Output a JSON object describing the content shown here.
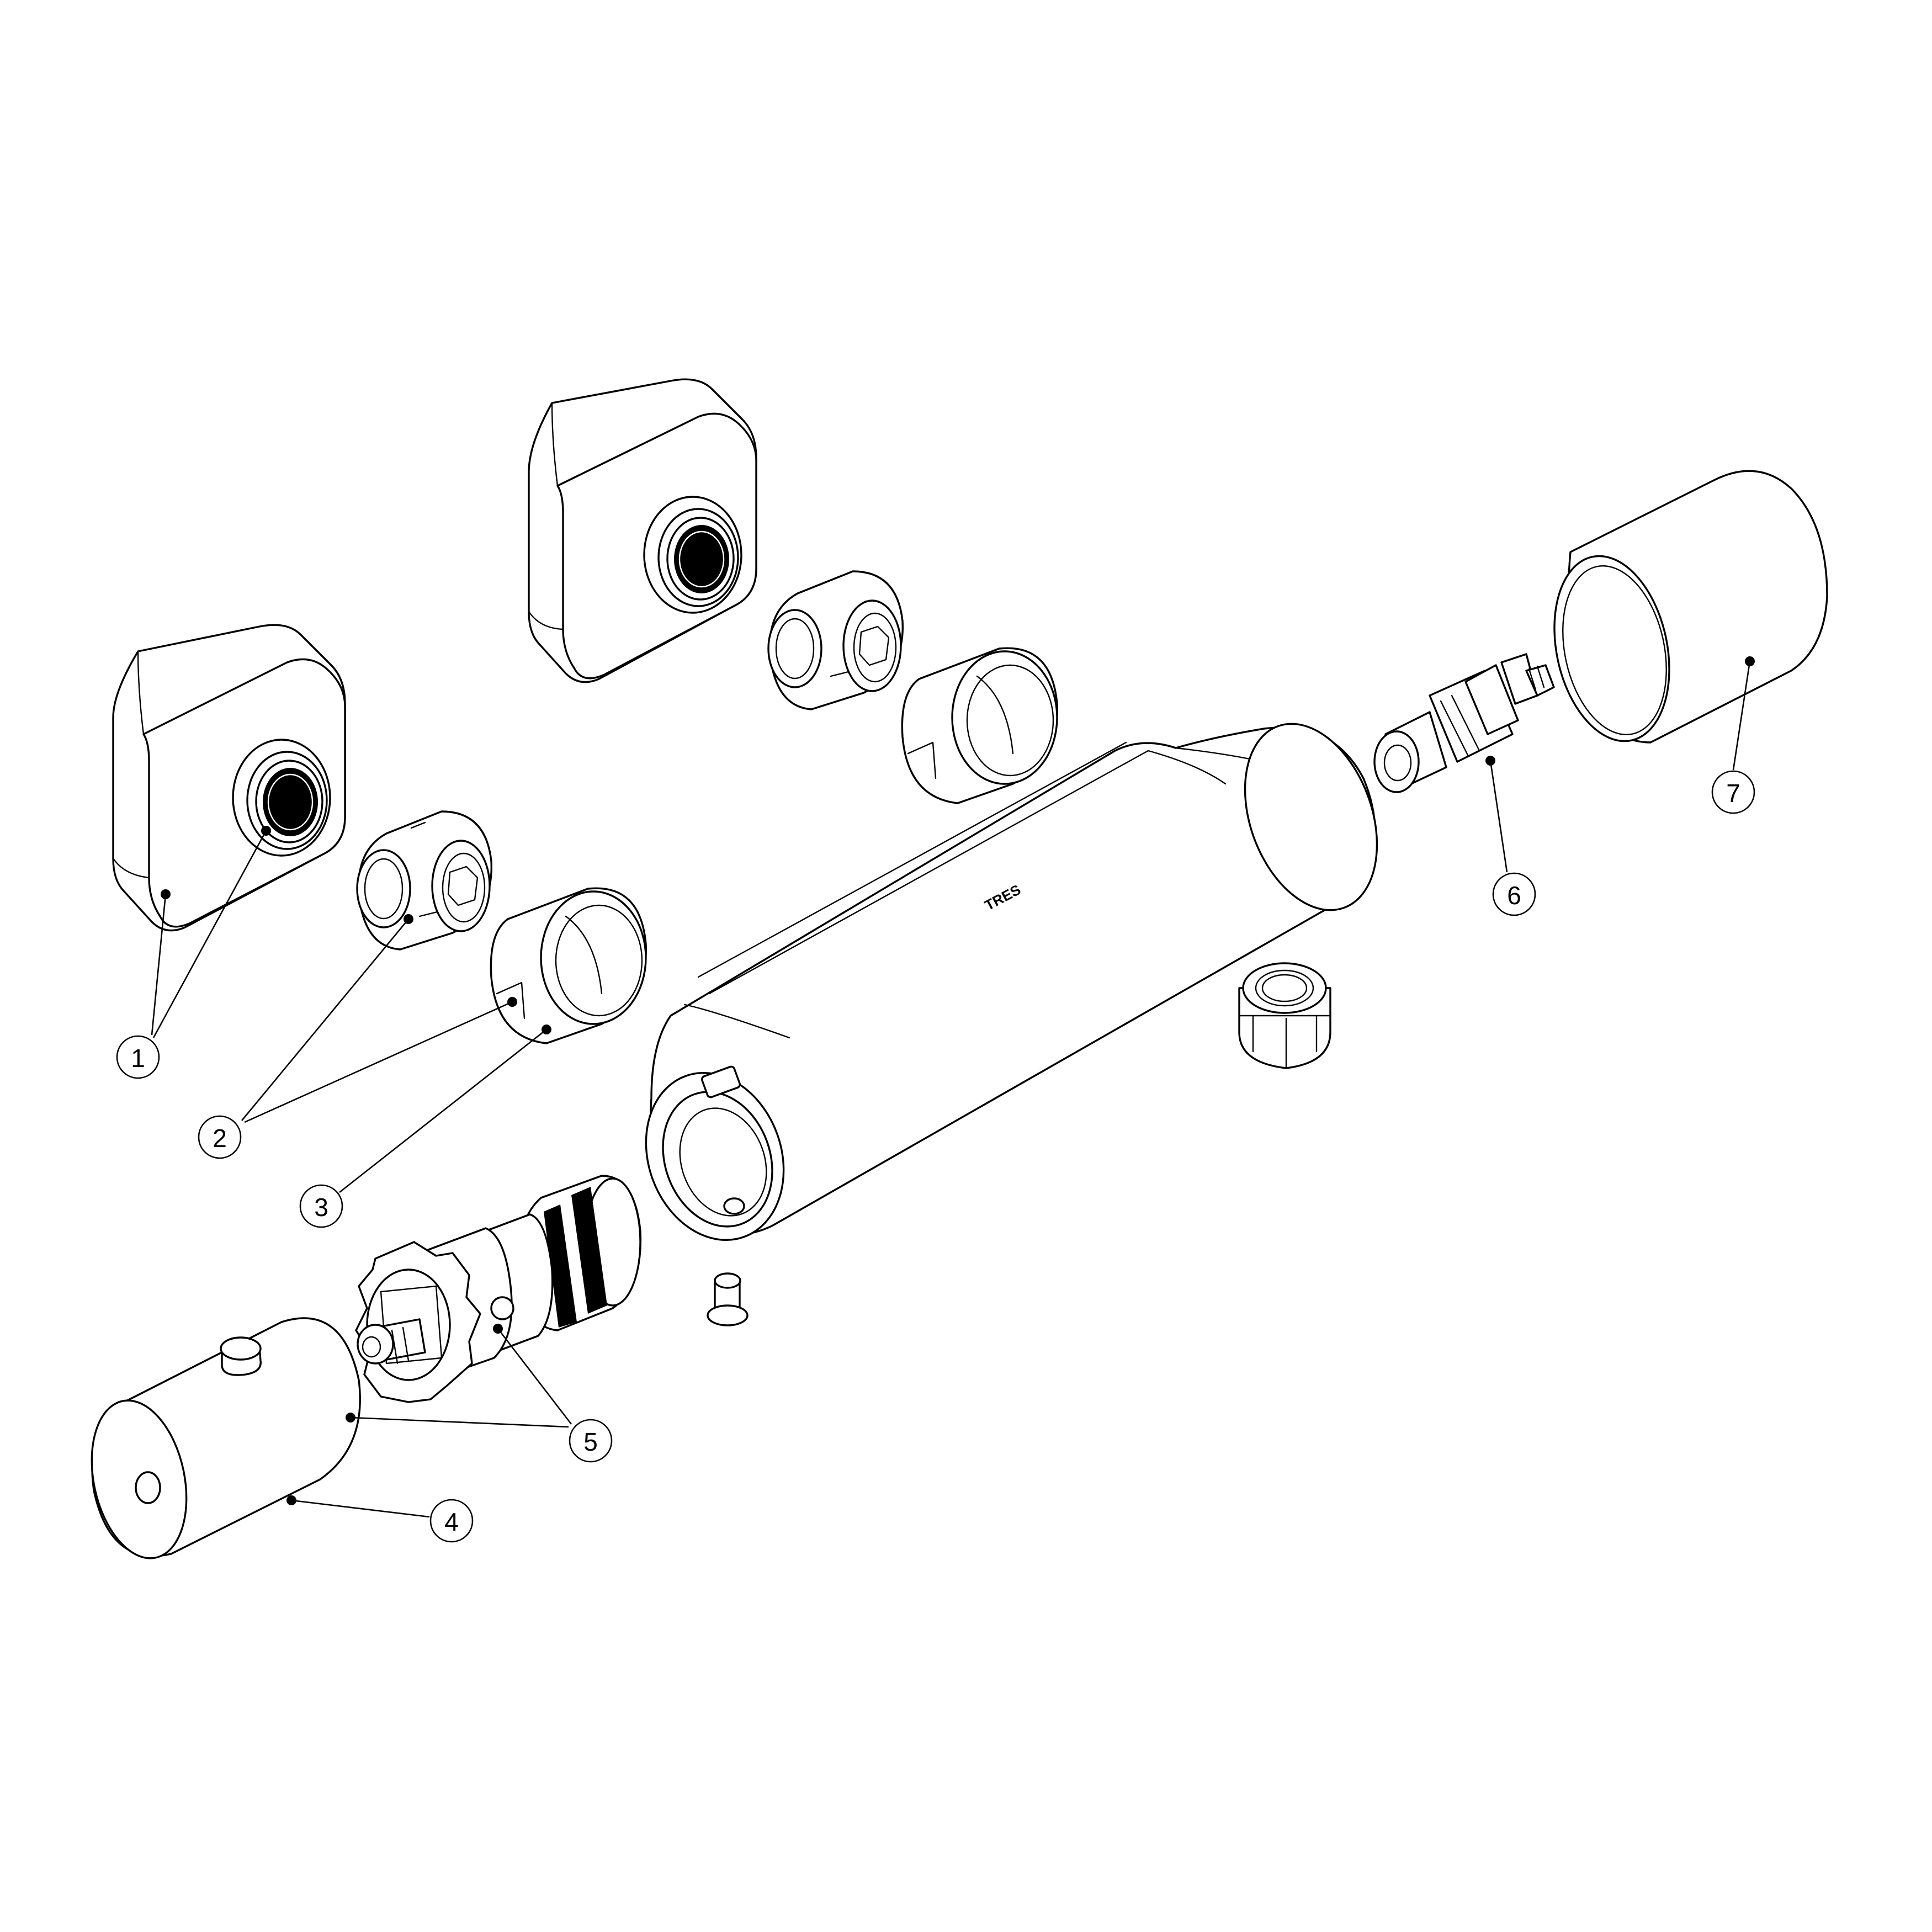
{
  "diagram": {
    "brand_mark": "TRES",
    "callouts": [
      {
        "id": "1",
        "label": "1"
      },
      {
        "id": "2",
        "label": "2"
      },
      {
        "id": "3",
        "label": "3"
      },
      {
        "id": "4",
        "label": "4"
      },
      {
        "id": "5",
        "label": "5"
      },
      {
        "id": "6",
        "label": "6"
      },
      {
        "id": "7",
        "label": "7"
      }
    ],
    "colors": {
      "line": "#000000",
      "background": "#ffffff"
    }
  }
}
